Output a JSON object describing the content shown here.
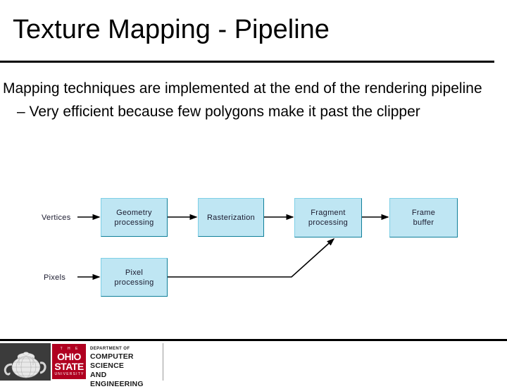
{
  "slide": {
    "title": "Texture Mapping - Pipeline",
    "bullets": [
      {
        "level": 1,
        "text": "Mapping techniques are implemented at the end of the rendering pipeline"
      },
      {
        "level": 2,
        "text": "– Very efficient because few polygons make it past the clipper"
      }
    ]
  },
  "diagram": {
    "name": "graphics-rendering-pipeline",
    "box_fill": "#bfe6f3",
    "box_border": "#0f7f99",
    "shadow_color": "#8f8f8f",
    "arrow_color": "#000000",
    "inputs": [
      {
        "id": "vertices",
        "label": "Vertices"
      },
      {
        "id": "pixels",
        "label": "Pixels"
      }
    ],
    "stages": [
      {
        "id": "geometry-processing",
        "label": "Geometry\nprocessing"
      },
      {
        "id": "rasterization",
        "label": "Rasterization"
      },
      {
        "id": "fragment-processing",
        "label": "Fragment\nprocessing"
      },
      {
        "id": "frame-buffer",
        "label": "Frame\nbuffer"
      },
      {
        "id": "pixel-processing",
        "label": "Pixel\nprocessing"
      }
    ],
    "connections": [
      {
        "from": "vertices",
        "to": "geometry-processing"
      },
      {
        "from": "geometry-processing",
        "to": "rasterization"
      },
      {
        "from": "rasterization",
        "to": "fragment-processing"
      },
      {
        "from": "fragment-processing",
        "to": "frame-buffer"
      },
      {
        "from": "pixels",
        "to": "pixel-processing"
      },
      {
        "from": "pixel-processing",
        "to": "fragment-processing"
      }
    ]
  },
  "footer": {
    "teapot_alt": "utah-teapot",
    "logo": {
      "the": "T H E",
      "ohio": "OHIO",
      "state": "STATE",
      "university": "UNIVERSITY",
      "color": "#b00020"
    },
    "department": {
      "line1": "DEPARTMENT OF",
      "line2": "COMPUTER SCIENCE",
      "line3": "AND ENGINEERING"
    }
  }
}
